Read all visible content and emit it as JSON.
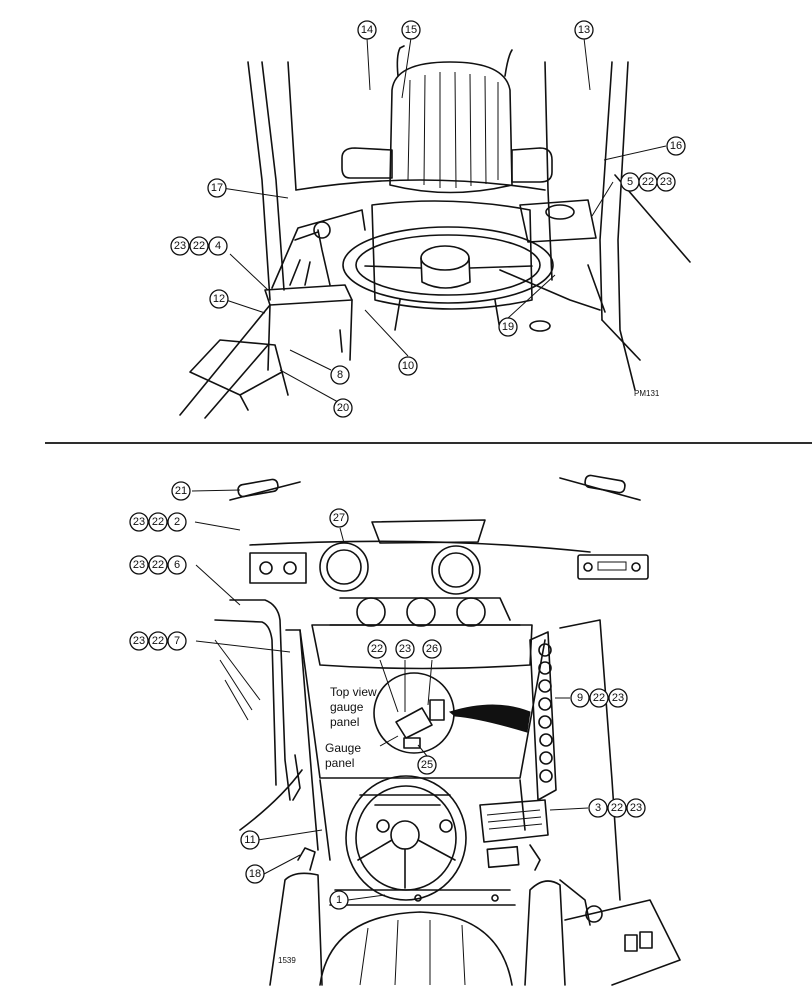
{
  "top_drawing": {
    "code": "PM131",
    "callouts": [
      "14",
      "15",
      "13",
      "16",
      "17",
      "5",
      "22",
      "23",
      "23",
      "22",
      "4",
      "12",
      "19",
      "10",
      "8",
      "20"
    ]
  },
  "bottom_drawing": {
    "code": "1539",
    "callouts": [
      "21",
      "27",
      "23",
      "22",
      "2",
      "23",
      "22",
      "6",
      "23",
      "22",
      "7",
      "22",
      "23",
      "26",
      "9",
      "22",
      "23",
      "25",
      "3",
      "22",
      "23",
      "11",
      "18",
      "1"
    ],
    "inset_labels": {
      "top_view_line1": "Top view",
      "top_view_line2": "gauge",
      "top_view_line3": "panel",
      "gauge_line1": "Gauge",
      "gauge_line2": "panel"
    }
  }
}
